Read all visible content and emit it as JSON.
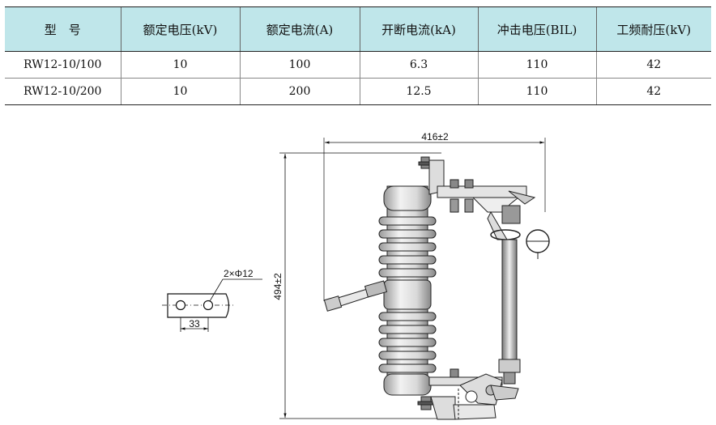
{
  "table": {
    "headers": [
      "型　号",
      "额定电压(kV)",
      "额定电流(A)",
      "开断电流(kA)",
      "冲击电压(BIL)",
      "工频耐压(kV)"
    ],
    "rows": [
      [
        "RW12-10/100",
        "10",
        "100",
        "6.3",
        "110",
        "42"
      ],
      [
        "RW12-10/200",
        "10",
        "200",
        "12.5",
        "110",
        "42"
      ]
    ]
  },
  "drawing": {
    "width_dim": "416±2",
    "height_dim": "494±2",
    "hole_note": "2×Φ12",
    "hole_spacing": "33"
  }
}
